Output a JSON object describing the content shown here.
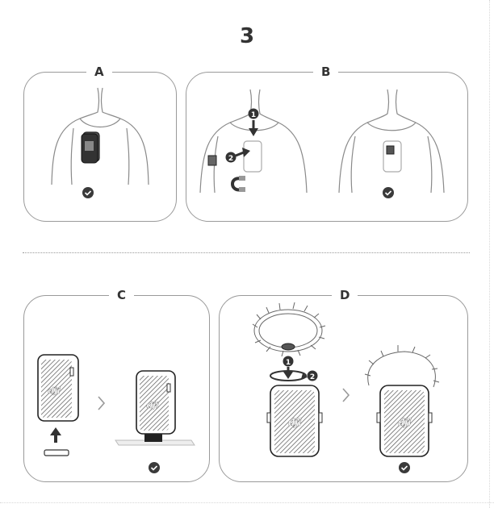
{
  "step": "3",
  "panels": [
    {
      "id": "A",
      "label": "A"
    },
    {
      "id": "B",
      "label": "B"
    },
    {
      "id": "C",
      "label": "C"
    },
    {
      "id": "D",
      "label": "D"
    }
  ],
  "callouts": {
    "one": "1",
    "two": "2"
  },
  "device_logo": "dji",
  "colors": {
    "line": "#9a9a9a",
    "ink": "#333333",
    "check": "#3a3a3a",
    "arrow": "#333333"
  },
  "icons": [
    "check-circle-icon",
    "chevron-right-icon",
    "up-arrow-icon",
    "magnet-icon",
    "windscreen-icon"
  ]
}
